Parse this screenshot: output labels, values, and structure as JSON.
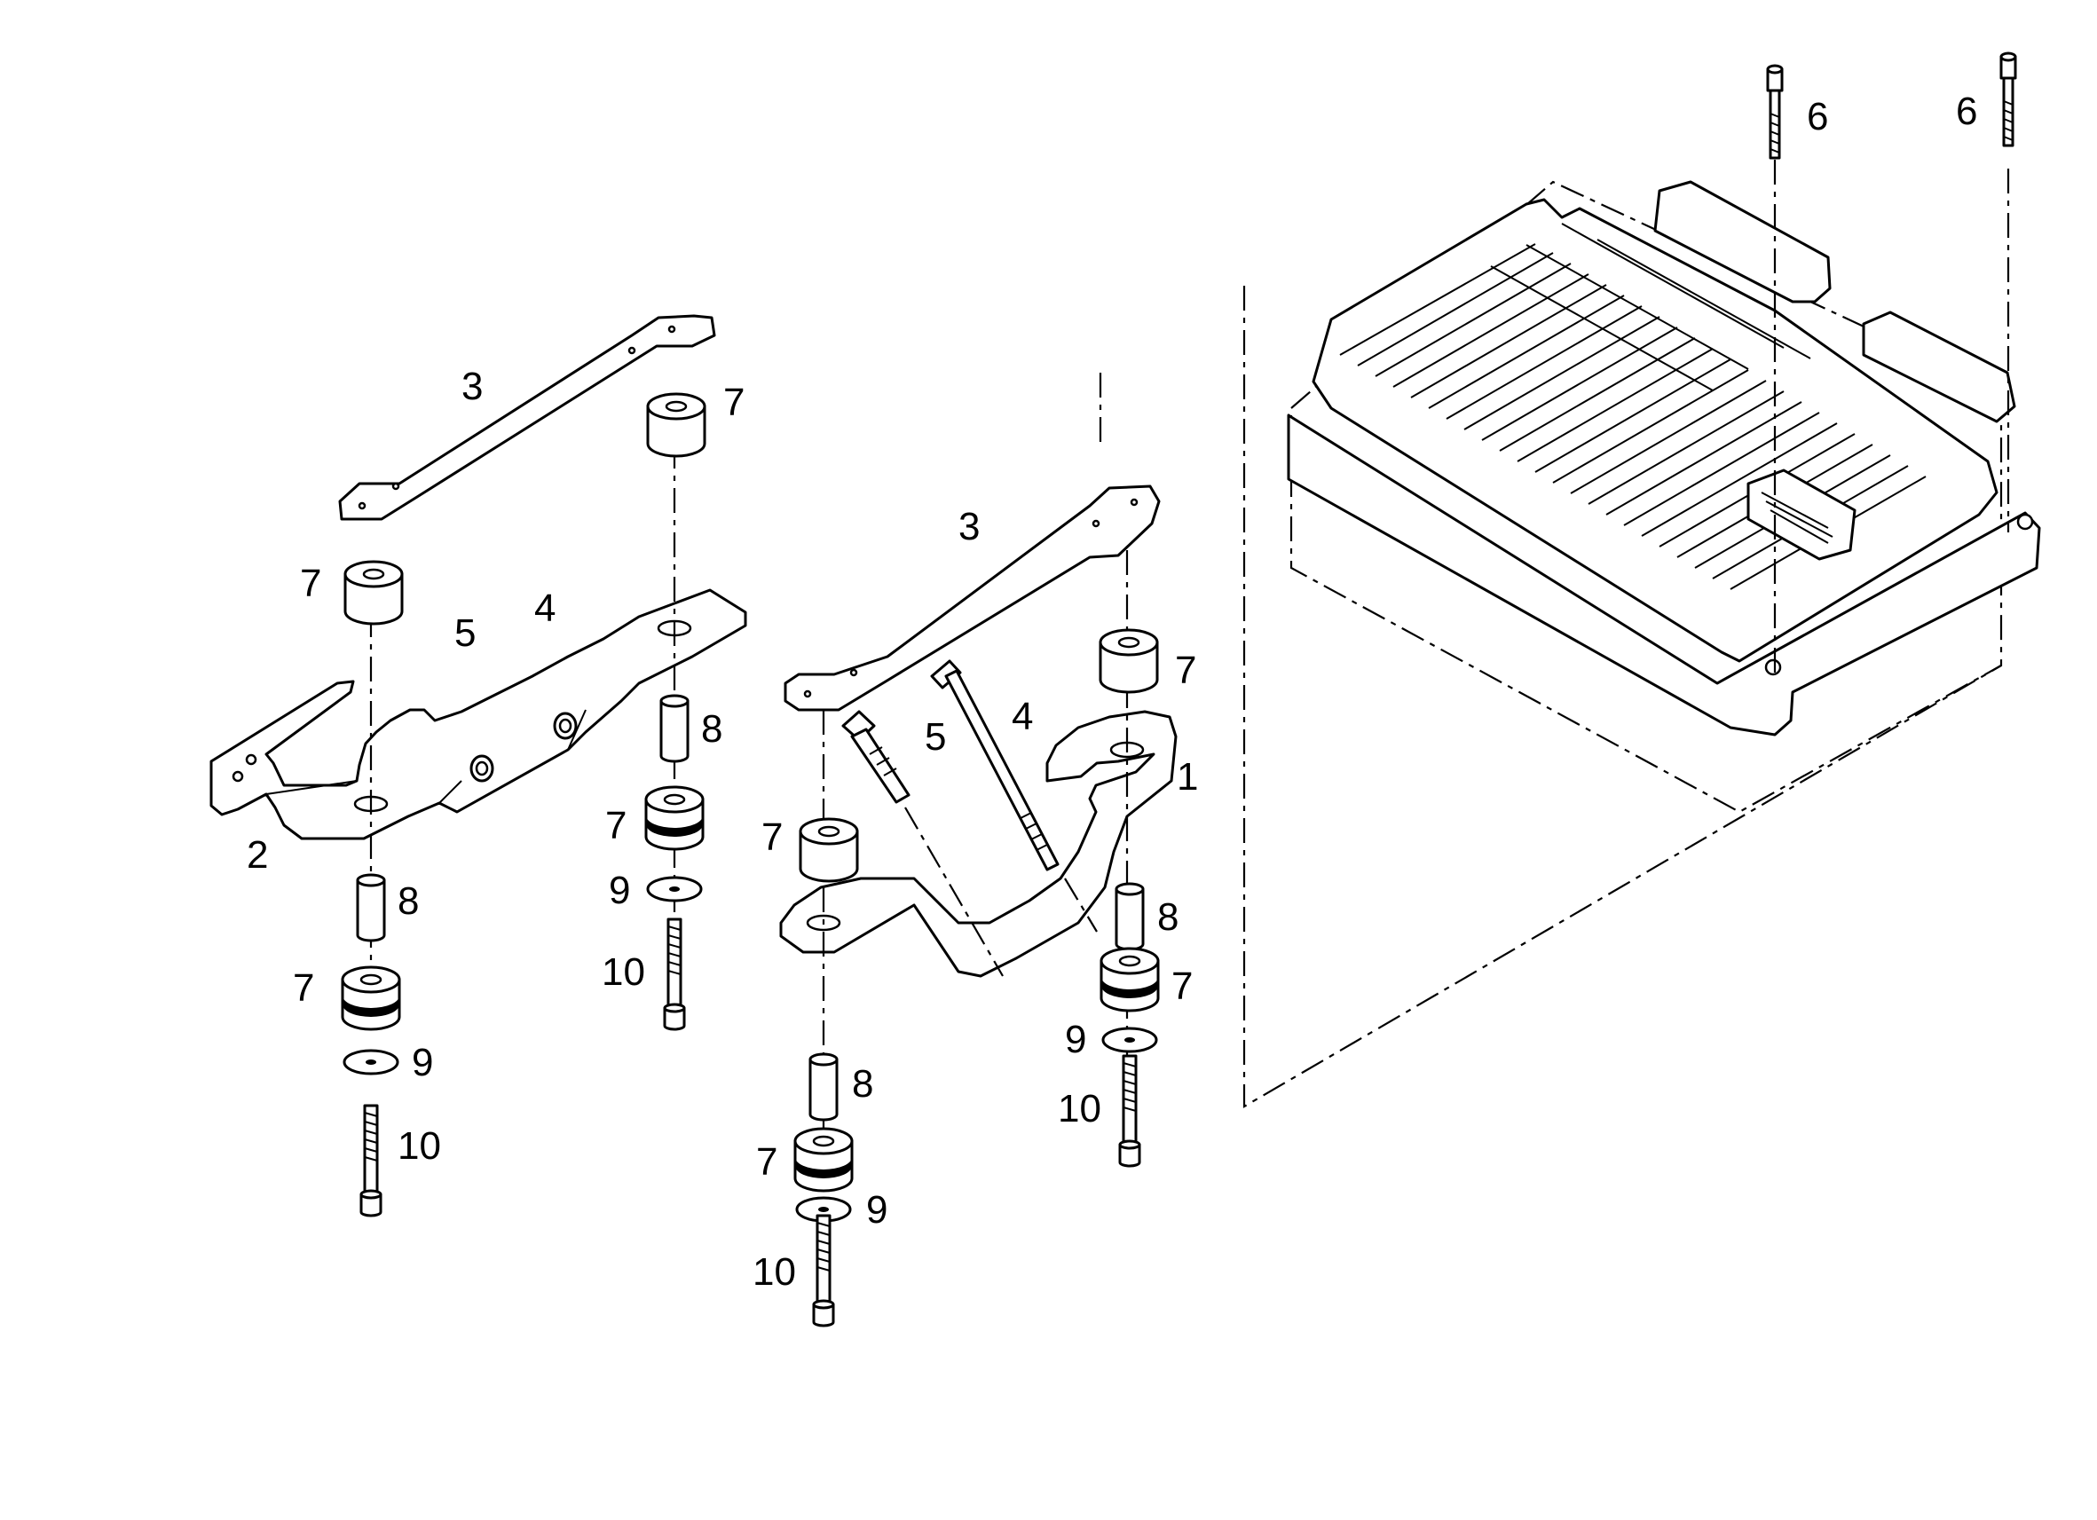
{
  "callouts": {
    "left_bracket_assembly": {
      "bracket": "2",
      "strap": "3",
      "bolt_long": "4",
      "bolt_short": "5",
      "bushing_top_a": "7",
      "bushing_top_b": "7",
      "bushing_lower_a": "7",
      "bushing_lower_b": "7",
      "sleeve_a": "8",
      "sleeve_b": "8",
      "washer_a": "9",
      "washer_b": "9",
      "screw_a": "10",
      "screw_b": "10"
    },
    "right_bracket_assembly": {
      "bracket": "1",
      "strap": "3",
      "bolt_long": "4",
      "bolt_short": "5",
      "bushing_top_a": "7",
      "bushing_top_b": "7",
      "bushing_lower_a": "7",
      "bushing_lower_b": "7",
      "sleeve_a": "8",
      "sleeve_b": "8",
      "washer_a": "9",
      "washer_b": "9",
      "screw_a": "10",
      "screw_b": "10"
    },
    "controller_module": {
      "screw_left": "6",
      "screw_right": "6"
    }
  }
}
